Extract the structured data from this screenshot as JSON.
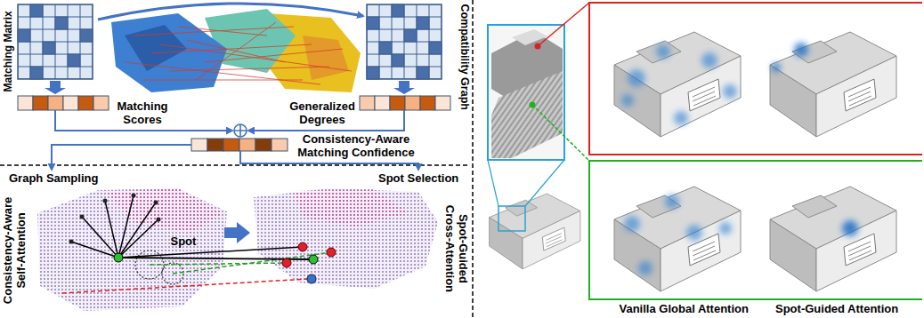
{
  "diagram": {
    "labels": [
      "Matching Matrix",
      "Compatibility Graph",
      "Matching Scores",
      "Generalized Degrees",
      "Consistency-Aware Matching Confidence",
      "Graph Sampling",
      "Spot Selection",
      "Consistency-Aware Self-Attention",
      "Spot",
      "Spot-Guided Cross-Attention",
      "Vanilla Global Attention",
      "Spot-Guided Attention"
    ]
  }
}
